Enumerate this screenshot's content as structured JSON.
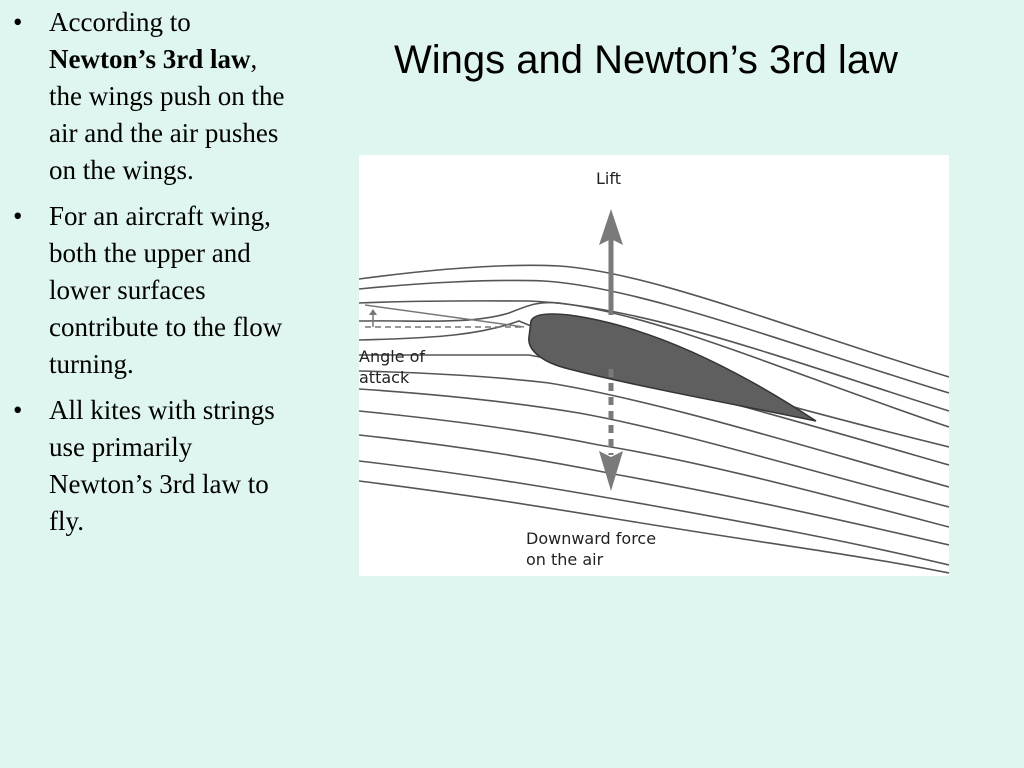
{
  "slide": {
    "title": "Wings and Newton’s 3rd law",
    "bullets": [
      {
        "pre": "According to ",
        "bold": "Newton’s 3rd law",
        "post": ", the wings push on the air and the air pushes on the wings."
      },
      {
        "text": "For an aircraft wing, both the upper and lower surfaces contribute to the flow turning."
      },
      {
        "text": "All kites with strings use primarily Newton’s 3rd law to fly."
      }
    ],
    "bullet_symbol": "•"
  },
  "diagram": {
    "labels": {
      "lift": "Lift",
      "angle_line1": "Angle of",
      "angle_line2": "attack",
      "down_line1": "Downward force",
      "down_line2": "on the air"
    },
    "colors": {
      "airfoil": "#5f5f5f",
      "arrow": "#7a7a7a",
      "streamline": "#555555",
      "background": "#ffffff"
    }
  }
}
